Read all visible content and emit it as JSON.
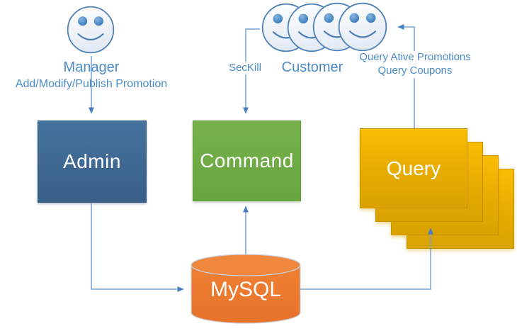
{
  "actors": {
    "manager": {
      "name": "Manager",
      "action_label": "Add/Modify/Publish Promotion"
    },
    "customer": {
      "name": "Customer",
      "actions": {
        "seckill": "SecKill",
        "query_promotions": "Query Ative Promotions",
        "query_coupons": "Query Coupons"
      }
    }
  },
  "nodes": {
    "admin": {
      "label": "Admin",
      "color": "#3E6A94"
    },
    "command": {
      "label": "Command",
      "color": "#6FAC47"
    },
    "query": {
      "label": "Query",
      "color": "#EFB306",
      "stack_count": 4
    },
    "mysql": {
      "label": "MySQL",
      "color": "#EE7D31"
    }
  },
  "colors": {
    "connector": "#74A3D8",
    "arrowhead": "#4A7EC0",
    "label_text": "#4A8BC7",
    "node_text": "#FFFFFF",
    "face_outline": "#4E80B8",
    "eye_fill": "#2E74B8"
  }
}
